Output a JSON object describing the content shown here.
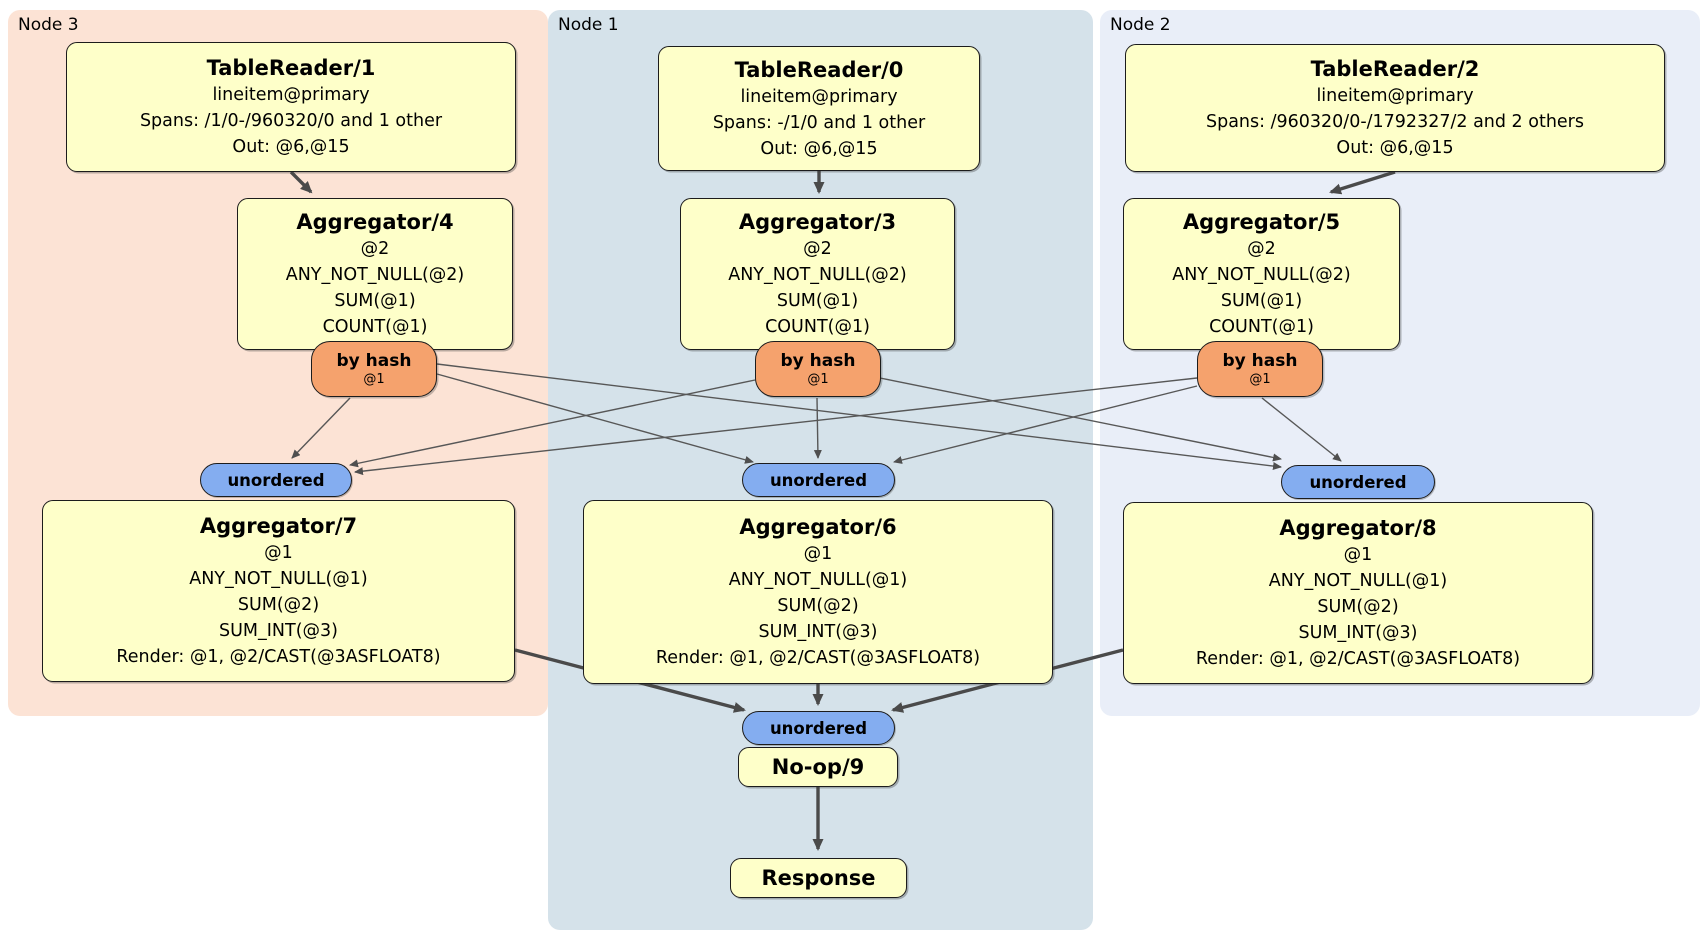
{
  "regions": [
    {
      "label": "Node 3"
    },
    {
      "label": "Node 1"
    },
    {
      "label": "Node 2"
    }
  ],
  "processors": {
    "tablereader1": {
      "title": "TableReader/1",
      "lines": [
        "lineitem@primary",
        "Spans: /1/0-/960320/0 and 1 other",
        "Out: @6,@15"
      ]
    },
    "tablereader0": {
      "title": "TableReader/0",
      "lines": [
        "lineitem@primary",
        "Spans: -/1/0 and 1 other",
        "Out: @6,@15"
      ]
    },
    "tablereader2": {
      "title": "TableReader/2",
      "lines": [
        "lineitem@primary",
        "Spans: /960320/0-/1792327/2 and 2 others",
        "Out: @6,@15"
      ]
    },
    "aggregator4": {
      "title": "Aggregator/4",
      "lines": [
        "@2",
        "ANY_NOT_NULL(@2)",
        "SUM(@1)",
        "COUNT(@1)"
      ]
    },
    "aggregator3": {
      "title": "Aggregator/3",
      "lines": [
        "@2",
        "ANY_NOT_NULL(@2)",
        "SUM(@1)",
        "COUNT(@1)"
      ]
    },
    "aggregator5": {
      "title": "Aggregator/5",
      "lines": [
        "@2",
        "ANY_NOT_NULL(@2)",
        "SUM(@1)",
        "COUNT(@1)"
      ]
    },
    "aggregator7": {
      "title": "Aggregator/7",
      "lines": [
        "@1",
        "ANY_NOT_NULL(@1)",
        "SUM(@2)",
        "SUM_INT(@3)",
        "Render: @1, @2/CAST(@3ASFLOAT8)"
      ]
    },
    "aggregator6": {
      "title": "Aggregator/6",
      "lines": [
        "@1",
        "ANY_NOT_NULL(@1)",
        "SUM(@2)",
        "SUM_INT(@3)",
        "Render: @1, @2/CAST(@3ASFLOAT8)"
      ]
    },
    "aggregator8": {
      "title": "Aggregator/8",
      "lines": [
        "@1",
        "ANY_NOT_NULL(@1)",
        "SUM(@2)",
        "SUM_INT(@3)",
        "Render: @1, @2/CAST(@3ASFLOAT8)"
      ]
    },
    "noop9": {
      "title": "No-op/9"
    },
    "response": {
      "title": "Response"
    }
  },
  "routers": {
    "hash4": {
      "label": "by hash",
      "key": "@1"
    },
    "hash3": {
      "label": "by hash",
      "key": "@1"
    },
    "hash5": {
      "label": "by hash",
      "key": "@1"
    }
  },
  "streams": {
    "unordered7": {
      "label": "unordered"
    },
    "unordered6": {
      "label": "unordered"
    },
    "unordered8": {
      "label": "unordered"
    },
    "unordered9": {
      "label": "unordered"
    }
  },
  "colors": {
    "region_node3": "#fce3d5",
    "region_node1": "#d5e2ea",
    "region_node2": "#e9eef8",
    "processor_fill": "#feffc9",
    "router_fill": "#f5a26d",
    "stream_fill": "#84adf0",
    "edge": "#4a4a4a"
  }
}
